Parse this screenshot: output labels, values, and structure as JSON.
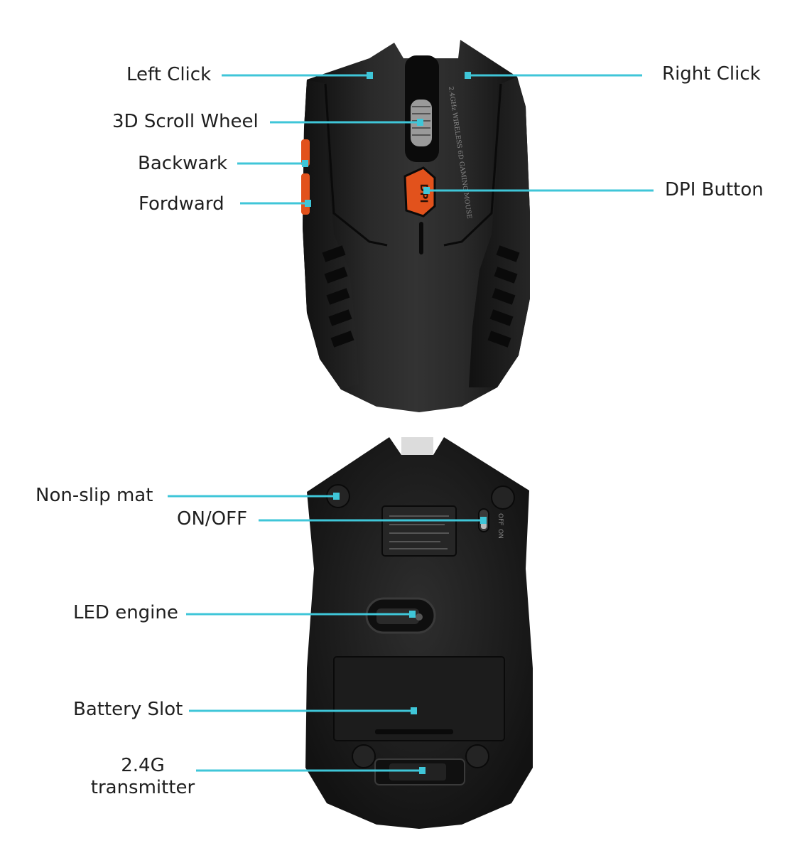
{
  "labels": {
    "left_click": "Left Click",
    "right_click": "Right Click",
    "scroll_wheel": "3D Scroll Wheel",
    "backward": "Backwark",
    "forward": "Fordward",
    "dpi_button": "DPI Button",
    "non_slip_mat": "Non-slip mat",
    "on_off": "ON/OFF",
    "led_engine": "LED engine",
    "battery_slot": "Battery Slot",
    "transmitter_line1": "2.4G",
    "transmitter_line2": "transmitter"
  },
  "mouse_text": {
    "side_print": "2.4GHz WIRELESS 6D GAMING MOUSE",
    "dpi_key": "DPI",
    "switch_on": "ON",
    "switch_off": "OFF"
  },
  "colors": {
    "callout_line": "#3fc6d8",
    "mouse_body": "#1c1c1c",
    "accent_orange": "#e2521c",
    "background": "#ffffff"
  }
}
